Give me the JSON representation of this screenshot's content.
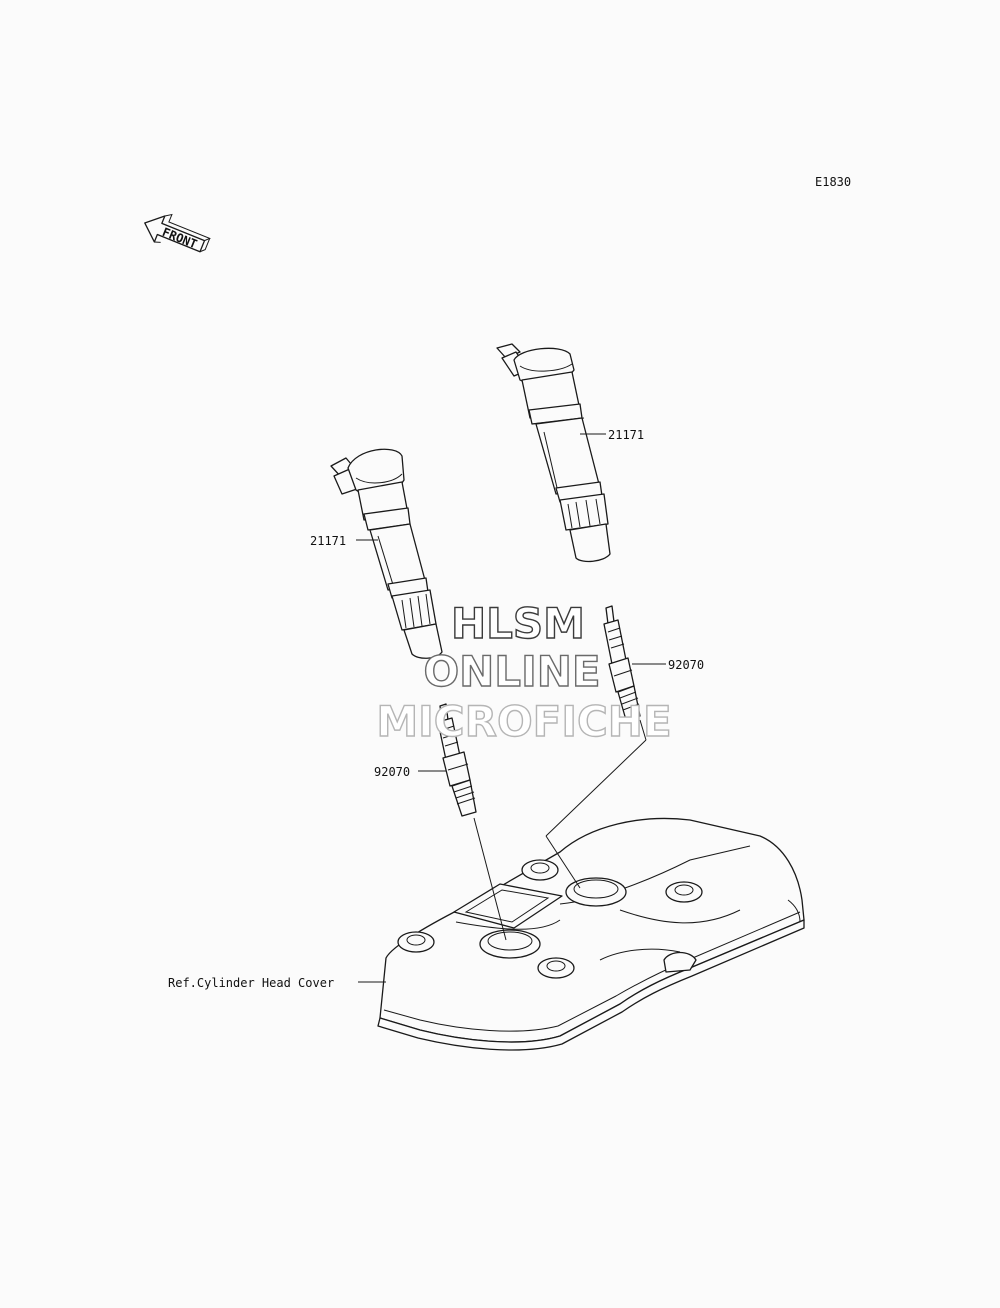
{
  "diagram": {
    "code": "E1830",
    "front_label": "FRONT",
    "parts": {
      "coil_right": "21171",
      "coil_left": "21171",
      "plug_right": "92070",
      "plug_left": "92070",
      "head_cover_ref": "Ref.Cylinder Head Cover"
    },
    "watermark": {
      "line1": "HLSM",
      "line2": "ONLINE",
      "line3": "MICROFICHE"
    }
  }
}
